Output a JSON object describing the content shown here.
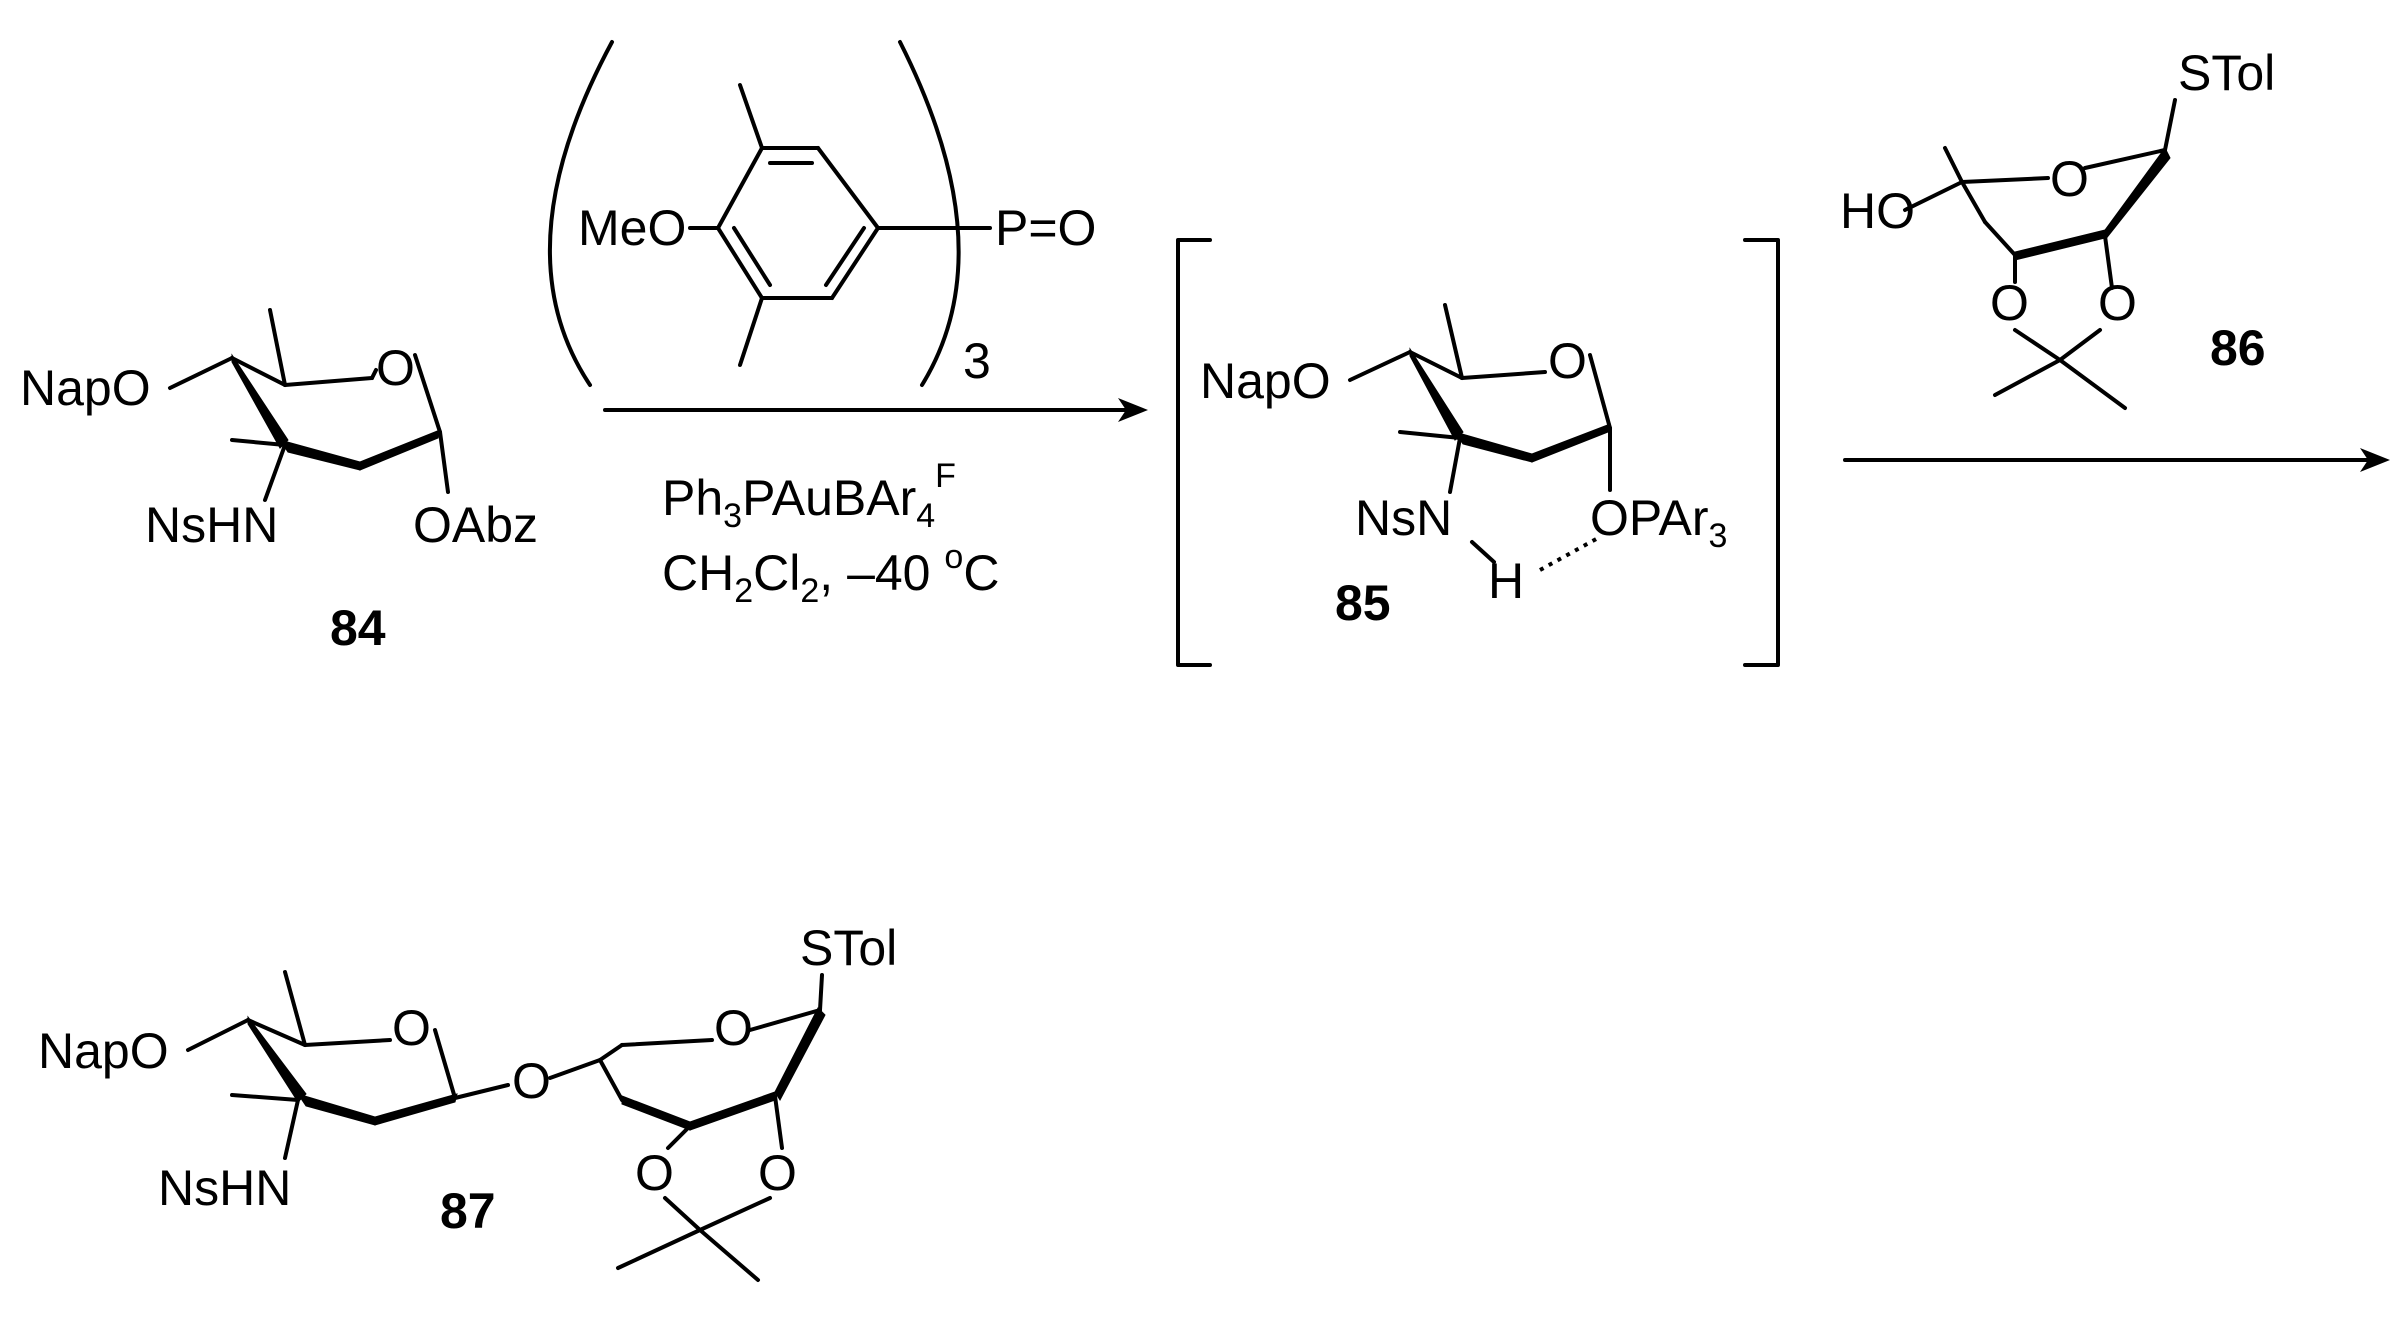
{
  "compounds": {
    "c84": {
      "number": "84",
      "labels": {
        "napo": "NapO",
        "ring_o": "O",
        "nshn": "NsHN",
        "oabz": "OAbz"
      }
    },
    "c85": {
      "number": "85",
      "labels": {
        "napo": "NapO",
        "ring_o": "O",
        "nsn": "NsN",
        "h": "H",
        "opar": "OPAr",
        "opar_sub": "3"
      }
    },
    "c86": {
      "number": "86",
      "labels": {
        "stol": "STol",
        "ho": "HO",
        "ring_o": "O",
        "o1": "O",
        "o2": "O"
      }
    },
    "c87": {
      "number": "87",
      "labels": {
        "stol": "STol",
        "napo": "NapO",
        "ring_o1": "O",
        "link_o": "O",
        "ring_o2": "O",
        "nshn": "NsHN",
        "o1": "O",
        "o2": "O"
      }
    }
  },
  "reagent": {
    "meo": "MeO",
    "po": "P=O",
    "count": "3",
    "catalyst": {
      "a": "Ph",
      "a_sub": "3",
      "b": "PAuBAr",
      "b_sub": "4",
      "b_sup": "F"
    },
    "conditions": {
      "a": "CH",
      "a_sub1": "2",
      "b": "Cl",
      "a_sub2": "2",
      "c": ", –40 ",
      "c_sup": "o",
      "d": "C"
    }
  }
}
